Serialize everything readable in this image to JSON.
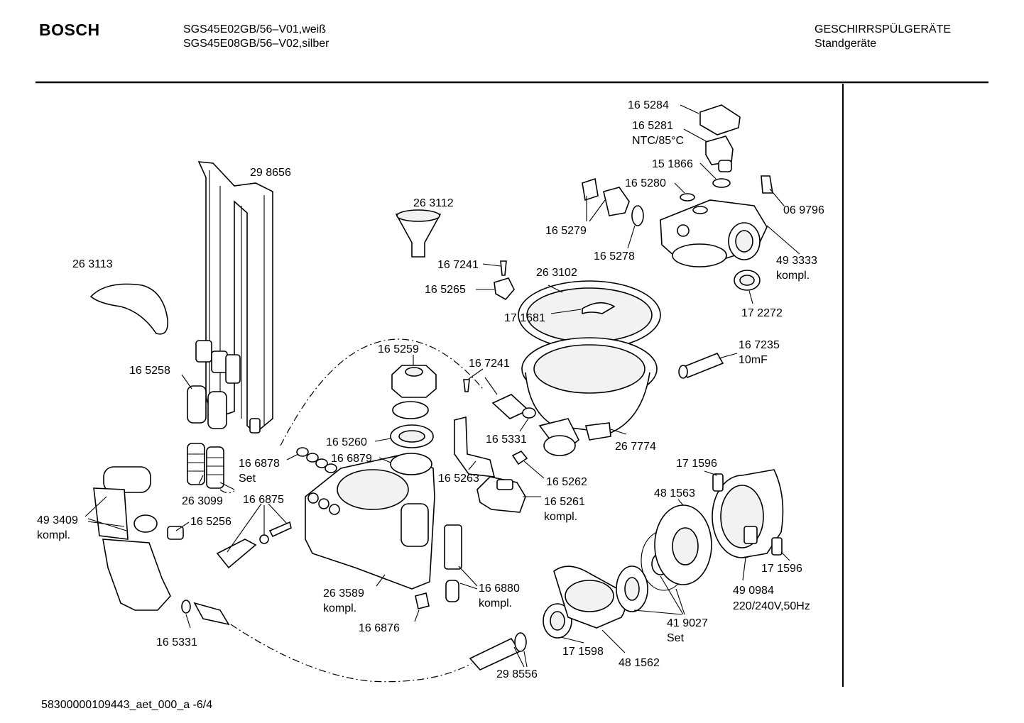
{
  "header": {
    "brand": "BOSCH",
    "model_line1": "SGS45E02GB/56–V01,weiß",
    "model_line2": "SGS45E08GB/56–V02,silber",
    "category_line1": "GESCHIRRSPÜLGERÄTE",
    "category_line2": "Standgeräte"
  },
  "footer": {
    "doc_id": "58300000109443_aet_000_a -6/4"
  },
  "labels": {
    "p165284": "16 5284",
    "p165281": "16 5281",
    "ntc": "NTC/85°C",
    "p151866": "15 1866",
    "p165280": "16 5280",
    "p069796": "06 9796",
    "p165279": "16 5279",
    "p165278": "16 5278",
    "p493333": "49 3333",
    "p493333b": "kompl.",
    "p298656": "29 8656",
    "p263112": "26 3112",
    "p263113": "26 3113",
    "p167241a": "16 7241",
    "p263102": "26 3102",
    "p165265": "16 5265",
    "p171681": "17 1681",
    "p172272": "17 2272",
    "p167235": "16 7235",
    "p167235b": "10mF",
    "p165259": "16 5259",
    "p167241b": "16 7241",
    "p165258": "16 5258",
    "p165331a": "16 5331",
    "p267774": "26 7774",
    "p165260": "16 5260",
    "p166878": "16 6878",
    "p166878b": "Set",
    "p166879": "16 6879",
    "p165263": "16 5263",
    "p165262": "16 5262",
    "p171596a": "17 1596",
    "p263099": "26 3099",
    "p166875": "16 6875",
    "p481563": "48 1563",
    "p165261": "16 5261",
    "p165261b": "kompl.",
    "p493409": "49 3409",
    "p493409b": "kompl.",
    "p165256": "16 5256",
    "p171596b": "17 1596",
    "p263589": "26 3589",
    "p263589b": "kompl.",
    "p166880": "16 6880",
    "p166880b": "kompl.",
    "p490984": "49 0984",
    "p490984b": "220/240V,50Hz",
    "p419027": "41 9027",
    "p419027b": "Set",
    "p166876": "16 6876",
    "p165331b": "16 5331",
    "p171598": "17 1598",
    "p481562": "48 1562",
    "p298556": "29 8556"
  }
}
